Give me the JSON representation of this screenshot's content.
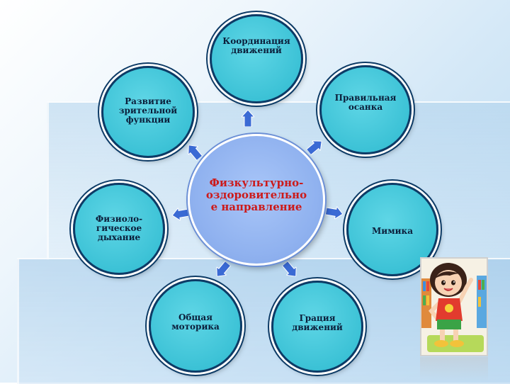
{
  "diagram": {
    "center": "Физкультурно-\nоздоровительно\nе направление",
    "nodes": [
      {
        "id": "koord",
        "label": "Координация\nдвижений"
      },
      {
        "id": "osanka",
        "label": "Правильная\nосанка"
      },
      {
        "id": "mimika",
        "label": "Мимика"
      },
      {
        "id": "graciya",
        "label": "Грация\nдвижений"
      },
      {
        "id": "motorika",
        "label": "Общая\nмоторика"
      },
      {
        "id": "dyhanie",
        "label": "Физиоло-\nгическое\nдыхание"
      },
      {
        "id": "zrenie",
        "label": "Развитие\nзрительной\nфункции"
      }
    ]
  },
  "colors": {
    "node_fill": "#3cc2d6",
    "node_border": "#0d3b66",
    "center_fill": "#8fb1ef",
    "center_text": "#cc1a1a",
    "arrow": "#3a6ad4"
  },
  "picture": {
    "icon": "girl-exercising-illustration"
  }
}
